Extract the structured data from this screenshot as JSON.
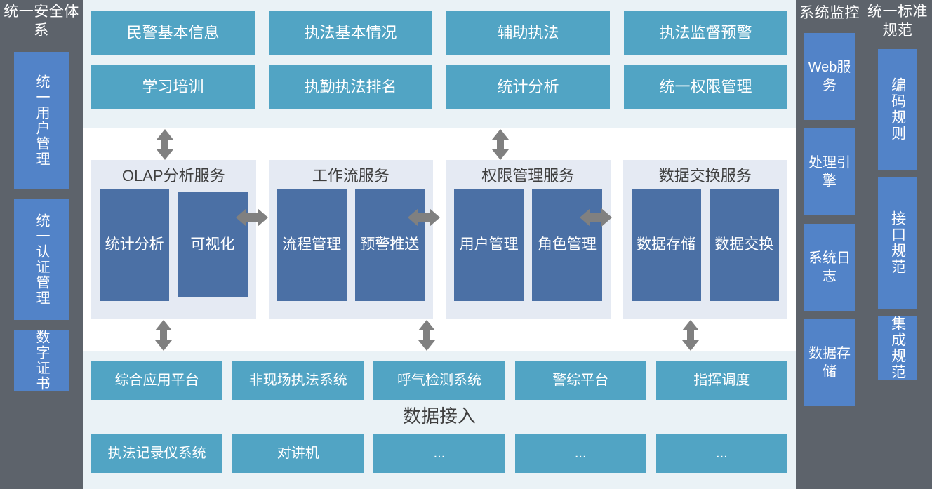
{
  "left_column": {
    "title": "统一安全体系",
    "items": [
      {
        "label": "统一用户管理"
      },
      {
        "label": "统一认证管理"
      },
      {
        "label": "数字证书"
      }
    ]
  },
  "applications": {
    "boxes": [
      {
        "label": "民警基本信息"
      },
      {
        "label": "执法基本情况"
      },
      {
        "label": "辅助执法"
      },
      {
        "label": "执法监督预警"
      },
      {
        "label": "学习培训"
      },
      {
        "label": "执勤执法排名"
      },
      {
        "label": "统计分析"
      },
      {
        "label": "统一权限管理"
      }
    ]
  },
  "services": {
    "panels": [
      {
        "title": "OLAP分析服务",
        "items": [
          {
            "label": "统计分析"
          },
          {
            "label": "可视化"
          }
        ]
      },
      {
        "title": "工作流服务",
        "items": [
          {
            "label": "流程管理"
          },
          {
            "label": "预警推送"
          }
        ]
      },
      {
        "title": "权限管理服务",
        "items": [
          {
            "label": "用户管理"
          },
          {
            "label": "角色管理"
          }
        ]
      },
      {
        "title": "数据交换服务",
        "items": [
          {
            "label": "数据存储"
          },
          {
            "label": "数据交换"
          }
        ]
      }
    ]
  },
  "data_access": {
    "caption": "数据接入",
    "row_top": [
      {
        "label": "综合应用平台"
      },
      {
        "label": "非现场执法系统"
      },
      {
        "label": "呼气检测系统"
      },
      {
        "label": "警综平台"
      },
      {
        "label": "指挥调度"
      }
    ],
    "row_bottom": [
      {
        "label": "执法记录仪系统"
      },
      {
        "label": "对讲机"
      },
      {
        "label": "..."
      },
      {
        "label": "..."
      },
      {
        "label": "..."
      }
    ]
  },
  "monitor_column": {
    "title": "系统监控",
    "items": [
      {
        "label": "Web服务"
      },
      {
        "label": "处理引擎"
      },
      {
        "label": "系统日志"
      },
      {
        "label": "数据存储"
      }
    ]
  },
  "standard_column": {
    "title": "统一标准规范",
    "items": [
      {
        "label": "编码规则"
      },
      {
        "label": "接口规范"
      },
      {
        "label": "集成规范"
      }
    ]
  },
  "colors": {
    "background": "#5d636b",
    "side_chip": "#5283c8",
    "teal_box": "#51a4c4",
    "navy_box": "#4b70a5",
    "panel_light": "#eaf2f6",
    "service_panel": "#e5eaf3",
    "arrow": "#808080",
    "text_light": "#ffffff",
    "text_dark": "#3f3f3f"
  }
}
